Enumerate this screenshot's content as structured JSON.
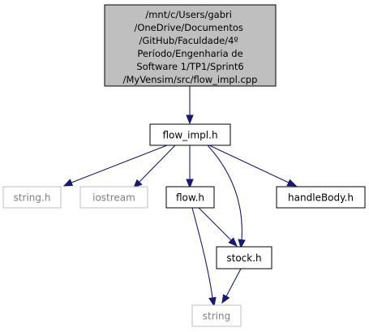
{
  "diagram": {
    "colors": {
      "edge": "#191970",
      "root_fill": "#bfbfbf",
      "node_fill": "#ffffff",
      "node_border": "#000000",
      "external_border": "#bfbfbf",
      "external_text": "#808080",
      "text": "#000000"
    },
    "root": {
      "lines": [
        "/mnt/c/Users/gabri",
        "/OneDrive/Documentos",
        "/GitHub/Faculdade/4º",
        " Período/Engenharia de",
        " Software 1/TP1/Sprint6",
        "/MyVensim/src/flow_impl.cpp"
      ]
    },
    "nodes": {
      "flow_impl_h": "flow_impl.h",
      "string_h": "string.h",
      "iostream": "iostream",
      "flow_h": "flow.h",
      "handlebody_h": "handleBody.h",
      "stock_h": "stock.h",
      "string": "string"
    },
    "edges": [
      {
        "from": "root",
        "to": "flow_impl_h"
      },
      {
        "from": "flow_impl_h",
        "to": "string_h"
      },
      {
        "from": "flow_impl_h",
        "to": "iostream"
      },
      {
        "from": "flow_impl_h",
        "to": "flow_h"
      },
      {
        "from": "flow_impl_h",
        "to": "handlebody_h"
      },
      {
        "from": "flow_impl_h",
        "to": "stock_h"
      },
      {
        "from": "flow_h",
        "to": "stock_h"
      },
      {
        "from": "flow_h",
        "to": "string"
      },
      {
        "from": "stock_h",
        "to": "string"
      }
    ]
  }
}
